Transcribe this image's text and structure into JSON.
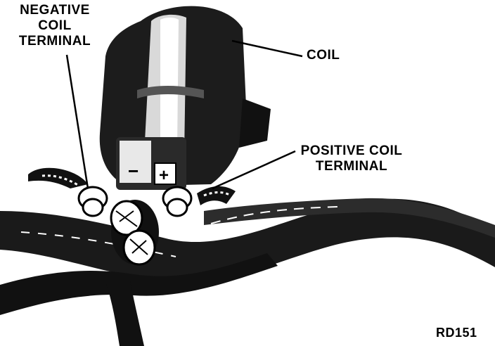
{
  "labels": {
    "negative_terminal": [
      "NEGATIVE",
      "COIL",
      "TERMINAL"
    ],
    "coil": "COIL",
    "positive_terminal": [
      "POSITIVE COIL",
      "TERMINAL"
    ],
    "figure_id": "RD151"
  },
  "terminal_marks": {
    "negative": "−",
    "positive": "+"
  }
}
